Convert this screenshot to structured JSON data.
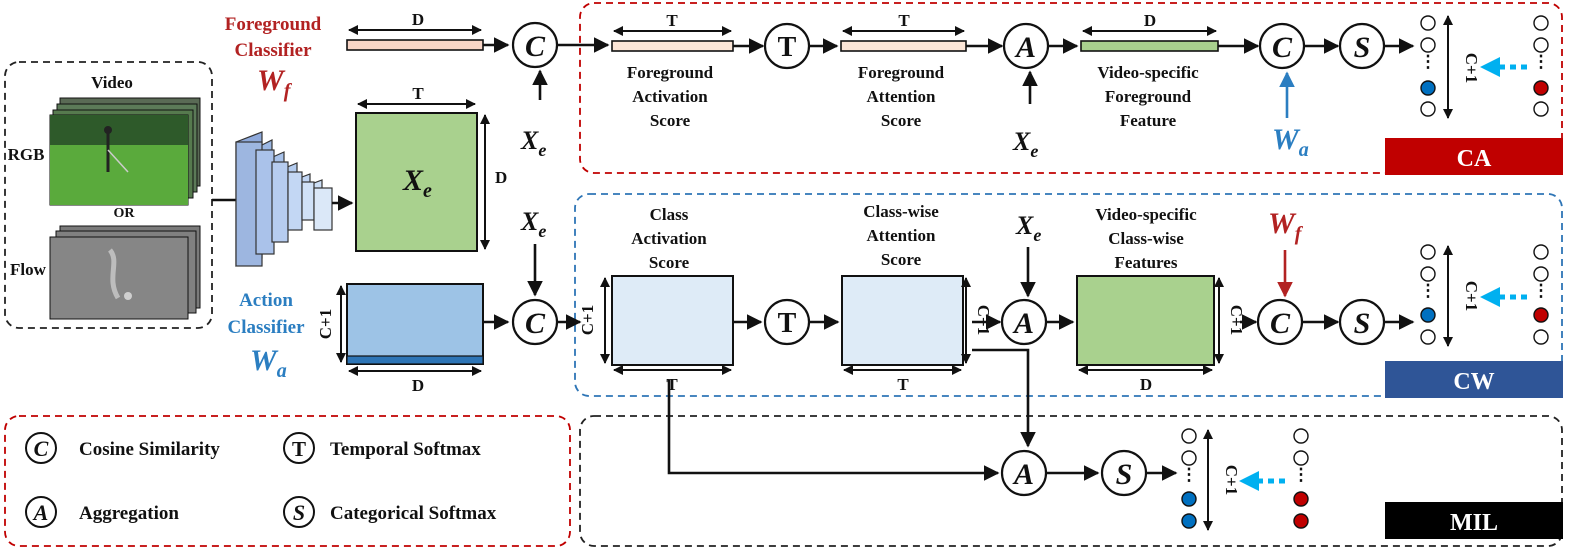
{
  "input": {
    "video_label": "Video",
    "rgb_label": "RGB",
    "or_label": "OR",
    "flow_label": "Flow"
  },
  "foreground_classifier": {
    "title_line1": "Foreground",
    "title_line2": "Classifier",
    "symbol": "W",
    "subscript": "f",
    "dim": "D",
    "color": "#b22222"
  },
  "action_classifier": {
    "title_line1": "Action",
    "title_line2": "Classifier",
    "symbol": "W",
    "subscript": "a",
    "dim_rows": "C+1",
    "dim_cols": "D",
    "color": "#2b7ec1"
  },
  "embedding": {
    "symbol": "X",
    "subscript": "e",
    "dim_t": "T",
    "dim_d": "D"
  },
  "ca_branch": {
    "badge": "CA",
    "badge_color": "#c00000",
    "box1_dim": "T",
    "box1_label": [
      "Foreground",
      "Activation",
      "Score"
    ],
    "box2_dim": "T",
    "box2_label": [
      "Foreground",
      "Attention",
      "Score"
    ],
    "box3_dim": "D",
    "box3_label": [
      "Video-specific",
      "Foreground",
      "Feature"
    ],
    "out_dim": "C+1"
  },
  "cw_branch": {
    "badge": "CW",
    "badge_color": "#2f5597",
    "box1_label": [
      "Class",
      "Activation",
      "Score"
    ],
    "box1_rows": "C+1",
    "box1_cols": "T",
    "box2_label": [
      "Class-wise",
      "Attention",
      "Score"
    ],
    "box2_rows": "C+1",
    "box2_cols": "T",
    "box3_label": [
      "Video-specific",
      "Class-wise",
      "Features"
    ],
    "box3_rows": "C+1",
    "box3_cols": "D",
    "out_dim": "C+1"
  },
  "mil_branch": {
    "badge": "MIL",
    "badge_color": "#000000",
    "out_dim": "C+1"
  },
  "ops": {
    "cosine": "C",
    "temporal": "T",
    "aggregation": "A",
    "categorical": "S"
  },
  "legend": {
    "cosine": "Cosine Similarity",
    "temporal": "Temporal Softmax",
    "aggregation": "Aggregation",
    "categorical": "Categorical Softmax"
  },
  "colors": {
    "fg_vector_fill": "#f8d5c6",
    "ca_bar_fill": "#fbe5d6",
    "feature_green": "#a9d18e",
    "action_fill": "#9dc3e6",
    "action_stripe": "#2e75b6",
    "score_fill": "#deebf7",
    "dot_blue": "#0070c0",
    "dot_red": "#c00000",
    "dash_arrow": "#00b0f0",
    "ca_border": "#c00000",
    "cw_border": "#2e75b6",
    "mil_border": "#222222",
    "legend_border": "#c00000"
  }
}
